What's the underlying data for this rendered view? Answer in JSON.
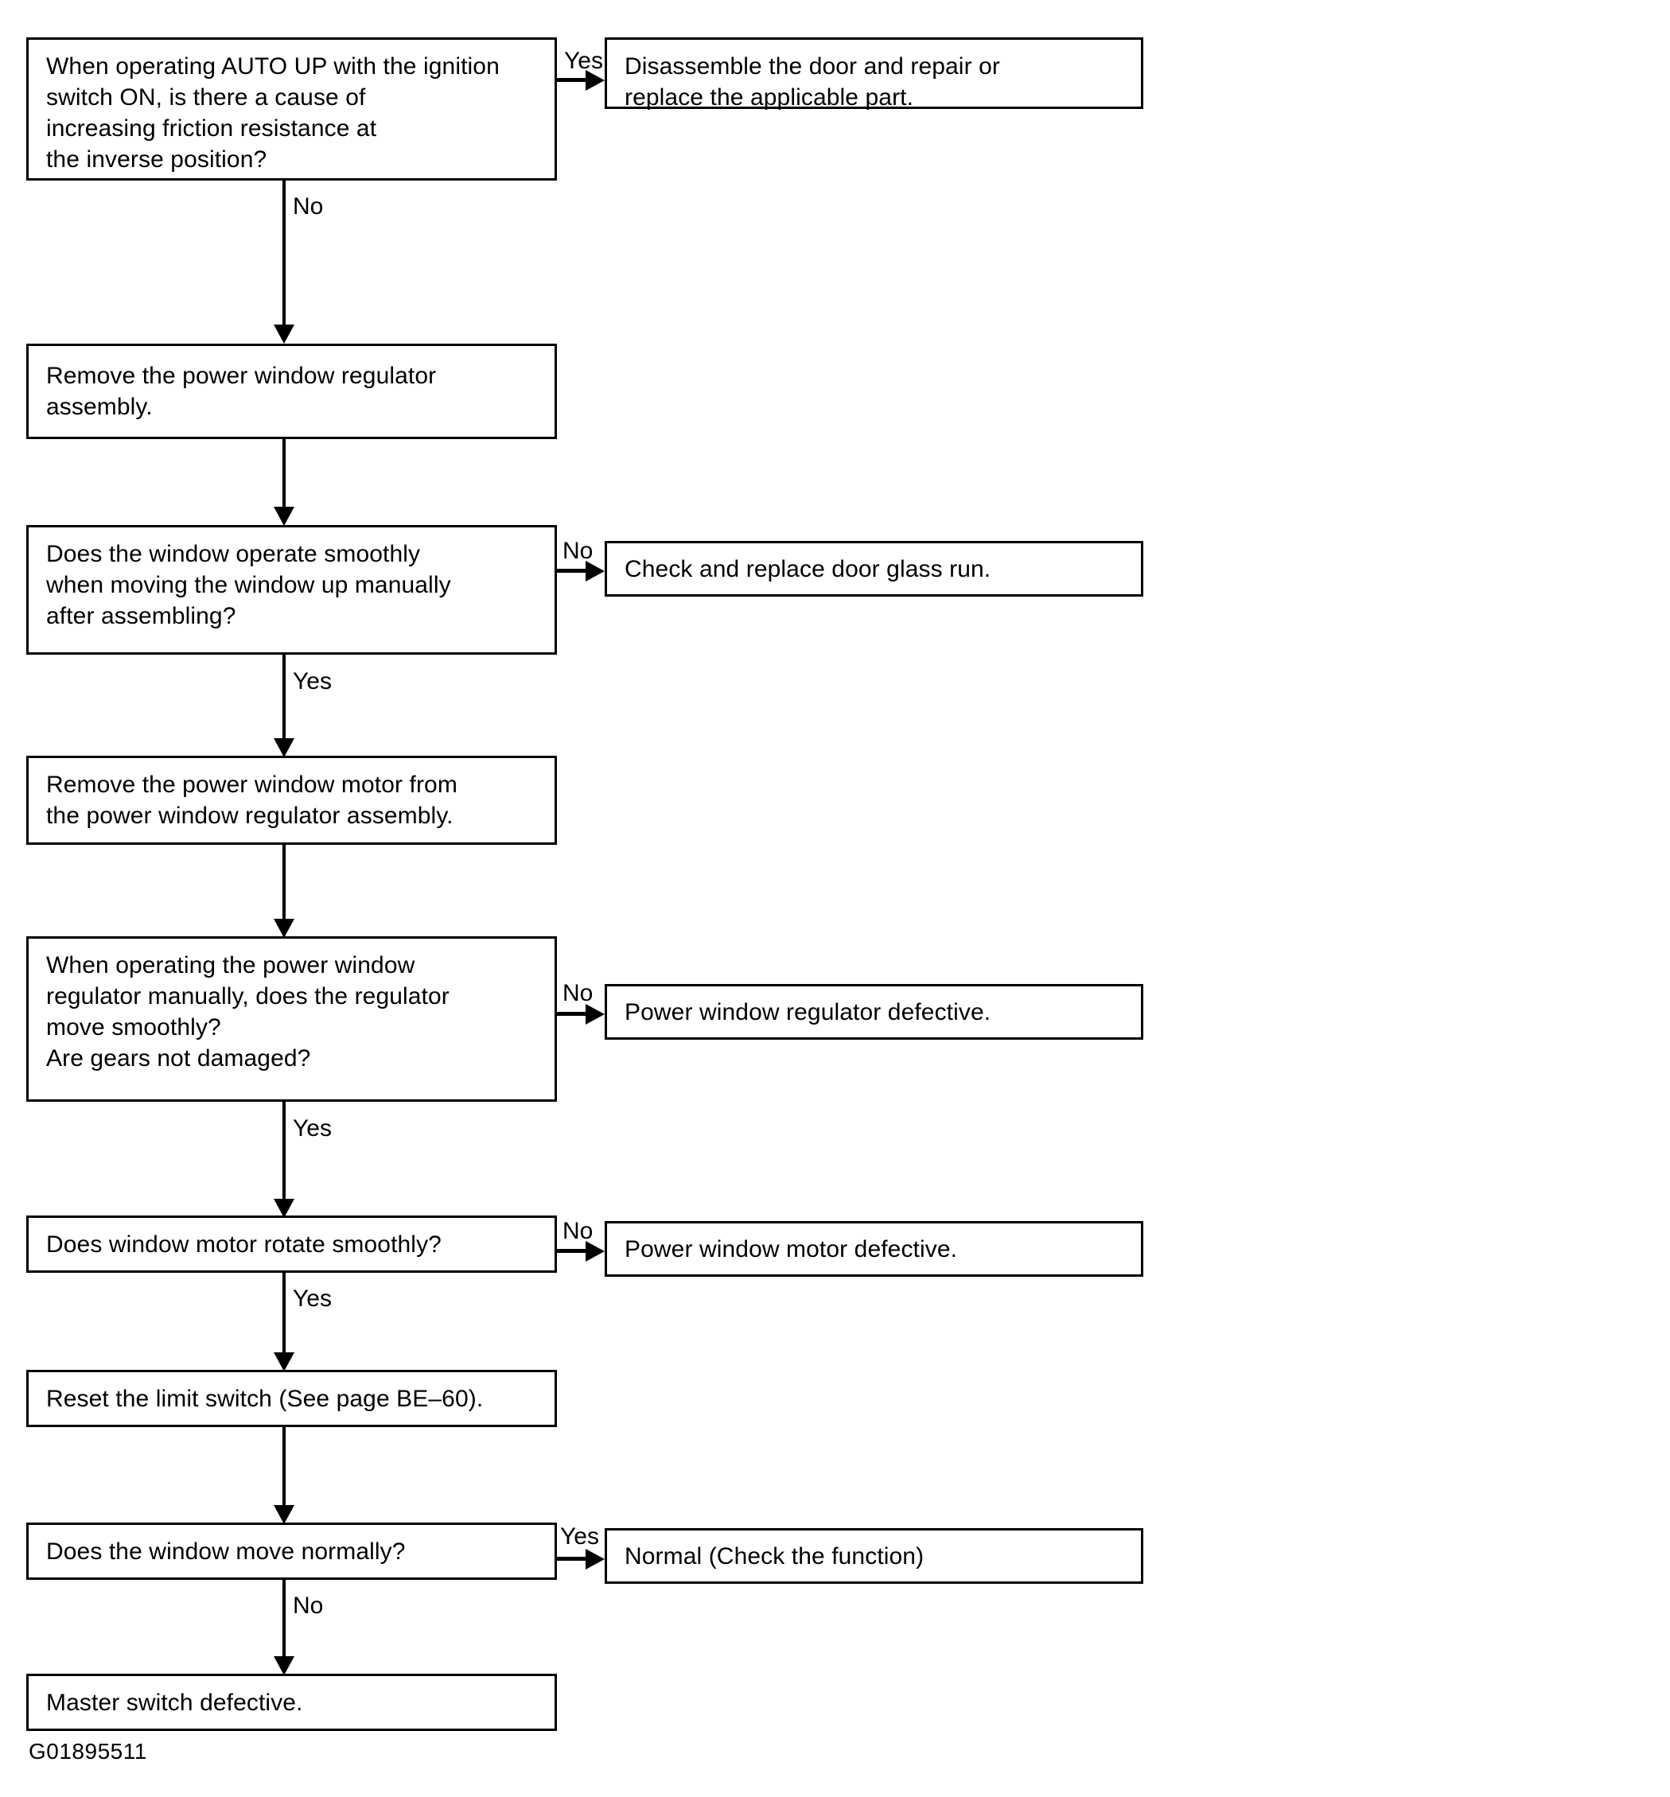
{
  "diagram": {
    "caption": "G01895511",
    "nodes": [
      {
        "id": "q-friction",
        "text": "When operating AUTO UP with the ignition\nswitch ON, is there a cause of\nincreasing friction resistance at\nthe inverse position?"
      },
      {
        "id": "r-disassemble",
        "text": "Disassemble the door and repair or\nreplace the applicable part."
      },
      {
        "id": "a-remove-regulator",
        "text": "Remove the power window regulator assembly."
      },
      {
        "id": "q-smooth-manual",
        "text": "Does the window operate smoothly\nwhen moving the window up manually\nafter assembling?"
      },
      {
        "id": "r-glass-run",
        "text": "Check and replace door glass run."
      },
      {
        "id": "a-remove-motor",
        "text": "Remove the power window motor from\nthe power window regulator assembly."
      },
      {
        "id": "q-regulator-manual",
        "text": "When operating the power window\nregulator manually, does the regulator\nmove smoothly?\nAre gears not damaged?"
      },
      {
        "id": "r-regulator-defective",
        "text": "Power window regulator defective."
      },
      {
        "id": "q-motor-rotate",
        "text": "Does window motor rotate smoothly?"
      },
      {
        "id": "r-motor-defective",
        "text": "Power window motor defective."
      },
      {
        "id": "a-reset-limit",
        "text": "Reset the limit switch (See page BE–60)."
      },
      {
        "id": "q-window-normal",
        "text": "Does the window move normally?"
      },
      {
        "id": "r-normal",
        "text": "Normal (Check the function)"
      },
      {
        "id": "r-master-switch",
        "text": "Master switch defective."
      }
    ],
    "edge_labels": {
      "friction_yes": "Yes",
      "friction_no": "No",
      "smooth_no": "No",
      "smooth_yes": "Yes",
      "regulator_no": "No",
      "regulator_yes": "Yes",
      "motor_no": "No",
      "motor_yes": "Yes",
      "normal_yes": "Yes",
      "normal_no": "No"
    }
  }
}
